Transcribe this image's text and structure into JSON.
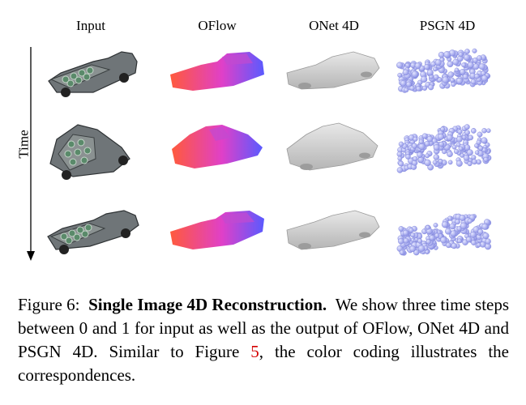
{
  "figure": {
    "columns": [
      "Input",
      "OFlow",
      "ONet 4D",
      "PSGN 4D"
    ],
    "time_axis_label": "Time",
    "rows": 3
  },
  "caption": {
    "prefix": "Figure 6:",
    "title": "Single Image 4D Reconstruction.",
    "body_1": "We show three time steps between 0 and 1 for input as well as the output of OFlow, ONet 4D and PSGN 4D. Similar to Figure ",
    "ref": "5",
    "body_2": ", the color coding illustrates the correspondences."
  },
  "colors": {
    "oflow_front": "#ff5a3c",
    "oflow_mid": "#e040c8",
    "oflow_back": "#5a5aff",
    "onet_gray": "#cfcfcf",
    "psgn_blue": "#a9adf2",
    "ref_red": "#d40000"
  }
}
